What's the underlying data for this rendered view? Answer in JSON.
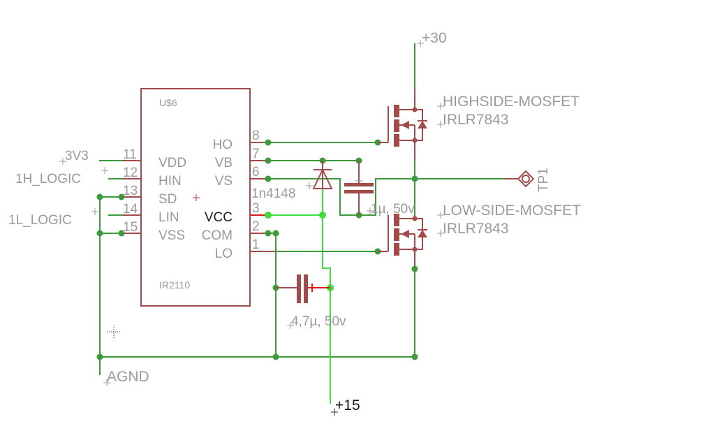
{
  "ic": {
    "name": "U$6",
    "value": "IR2110",
    "left_pins": [
      {
        "num": "11",
        "name": "VDD"
      },
      {
        "num": "12",
        "name": "HIN"
      },
      {
        "num": "13",
        "name": "SD"
      },
      {
        "num": "14",
        "name": "LIN"
      },
      {
        "num": "15",
        "name": "VSS"
      }
    ],
    "right_pins": [
      {
        "num": "8",
        "name": "HO"
      },
      {
        "num": "7",
        "name": "VB"
      },
      {
        "num": "6",
        "name": "VS"
      },
      {
        "num": "3",
        "name": "VCC"
      },
      {
        "num": "2",
        "name": "COM"
      },
      {
        "num": "1",
        "name": "LO"
      }
    ]
  },
  "nets": {
    "v3v3": "3V3",
    "hin": "1H_LOGIC",
    "lin": "1L_LOGIC",
    "agnd": "AGND",
    "v15": "+15",
    "v30": "+30"
  },
  "diode": {
    "value": "1n4148"
  },
  "cap_boot": {
    "value": "1µ, 50v"
  },
  "cap_vcc": {
    "value": "4,7µ, 50v"
  },
  "mosfet_high": {
    "name": "HIGHSIDE-MOSFET",
    "value": "IRLR7843"
  },
  "mosfet_low": {
    "name": "LOW-SIDE-MOSFET",
    "value": "IRLR7843"
  },
  "testpoint": {
    "name": "TP1"
  },
  "colors": {
    "wire": "#3c9a3c",
    "wire_highlight": "#3fdc3f",
    "part": "#a34a4a",
    "label": "#9a9a9a",
    "background": "#ffffff"
  }
}
